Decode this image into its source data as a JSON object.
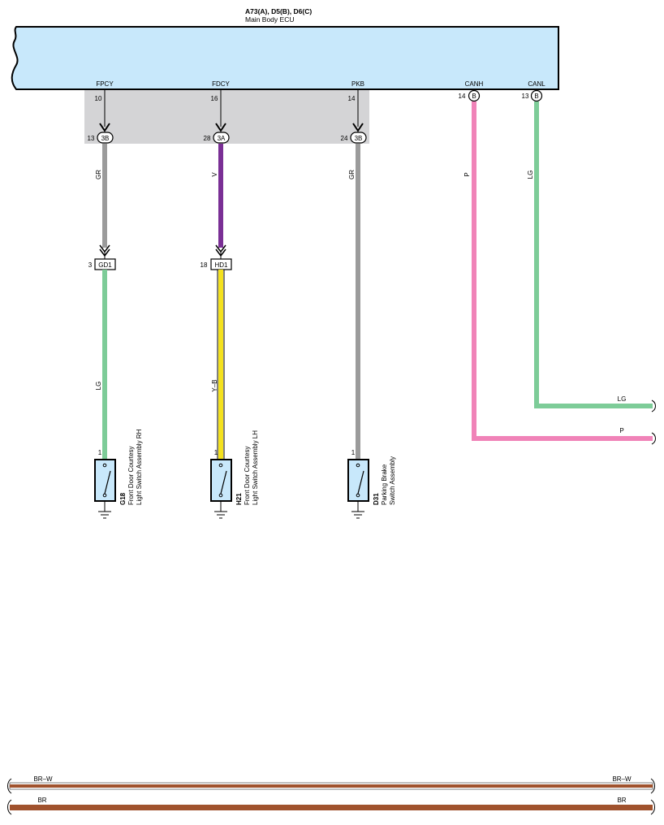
{
  "ecu": {
    "connectors": "A73(A), D5(B), D6(C)",
    "name": "Main Body ECU",
    "pins": [
      {
        "name": "FPCY",
        "num": "10"
      },
      {
        "name": "FDCY",
        "num": "16"
      },
      {
        "name": "PKB",
        "num": "14"
      },
      {
        "name": "CANH",
        "num": "14",
        "conn": "B"
      },
      {
        "name": "CANL",
        "num": "13",
        "conn": "B"
      }
    ]
  },
  "junction": {
    "pins": [
      {
        "num": "13",
        "conn": "3B"
      },
      {
        "num": "28",
        "conn": "3A"
      },
      {
        "num": "24",
        "conn": "3B"
      }
    ]
  },
  "wires": {
    "fpcy_upper": {
      "color_code": "GR",
      "hex": "#9b9b9b"
    },
    "fdcy_upper": {
      "color_code": "V",
      "hex": "#7a2f95"
    },
    "pkb": {
      "color_code": "GR",
      "hex": "#9b9b9b"
    },
    "canh": {
      "color_code": "P",
      "hex": "#f083b8",
      "end_label": "P"
    },
    "canl": {
      "color_code": "LG",
      "hex": "#7dcc98",
      "end_label": "LG"
    },
    "fpcy_lower": {
      "color_code": "LG",
      "hex": "#7dcc98"
    },
    "fdcy_lower": {
      "color_code": "Y–B",
      "hex": "#f4e11e"
    }
  },
  "inline_connectors": [
    {
      "num": "3",
      "name": "GD1"
    },
    {
      "num": "18",
      "name": "HD1"
    }
  ],
  "switches": [
    {
      "pin": "1",
      "id": "G18",
      "line1": "Front Door Courtesy",
      "line2": "Light Switch Assembly RH"
    },
    {
      "pin": "1",
      "id": "H21",
      "line1": "Front Door Courtesy",
      "line2": "Light Switch Assembly LH"
    },
    {
      "pin": "1",
      "id": "D31",
      "line1": "Parking Brake",
      "line2": "Switch Assembly"
    }
  ],
  "bus_wires": [
    {
      "label_left": "BR–W",
      "label_right": "BR–W",
      "hex": "#a0522d"
    },
    {
      "label_left": "BR",
      "label_right": "BR",
      "hex": "#a0522d"
    }
  ],
  "colors": {
    "ecu_fill": "#c8e8fb",
    "junction_fill": "#d4d4d6",
    "switch_fill": "#c8e8fb"
  }
}
